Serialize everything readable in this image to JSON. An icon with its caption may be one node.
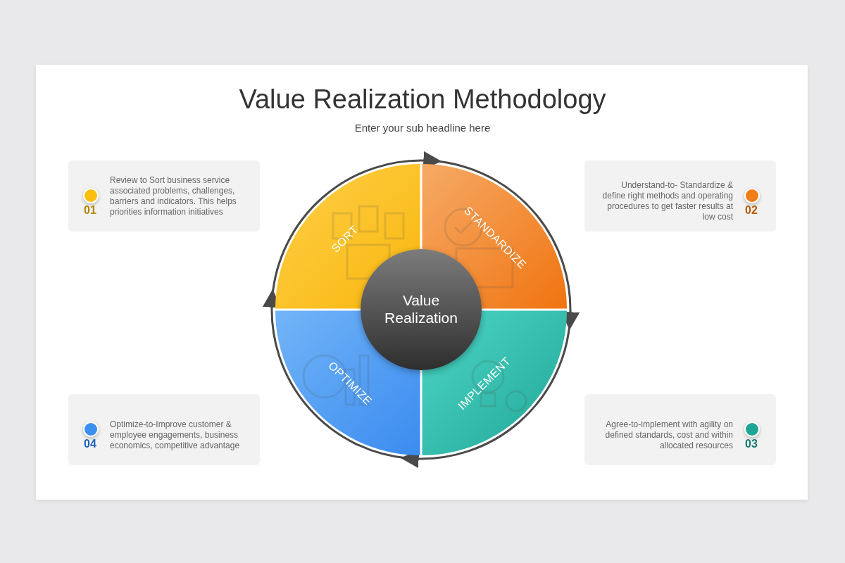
{
  "diagram": {
    "title": "Value Realization Methodology",
    "nodes": [
      {
        "text": [
          "01",
          "Review to Sort business service associated problems, challenges, barriers and indicators. This helps priorities information initiatives"
        ]
      },
      {
        "text": [
          "SORT"
        ]
      },
      {
        "text": [
          "STANDARDIZE"
        ]
      },
      {
        "text": [
          "Understand-to- Standardize & define right methods and operating procedures to get faster results at low cost",
          "02"
        ]
      },
      {
        "text": [
          "Value Realization"
        ]
      },
      {
        "text": [
          "OPTIMIZE"
        ]
      },
      {
        "text": [
          "IMPLEMENT"
        ]
      },
      {
        "text": [
          "04",
          "Optimize-to-Improve customer & employee engagements, business economics, competitive advantage"
        ]
      },
      {
        "text": [
          "Agree-to-implement with agility on defined standards, cost and within allocated resources",
          "03"
        ]
      }
    ],
    "edges": [
      {
        "from": 1,
        "to": 2,
        "arrow": "to"
      },
      {
        "from": 2,
        "to": 6,
        "arrow": "to"
      },
      {
        "from": 6,
        "to": 5,
        "arrow": "to"
      },
      {
        "from": 5,
        "to": 1,
        "arrow": "to"
      }
    ],
    "labels": [
      "Enter your sub headline here"
    ]
  }
}
